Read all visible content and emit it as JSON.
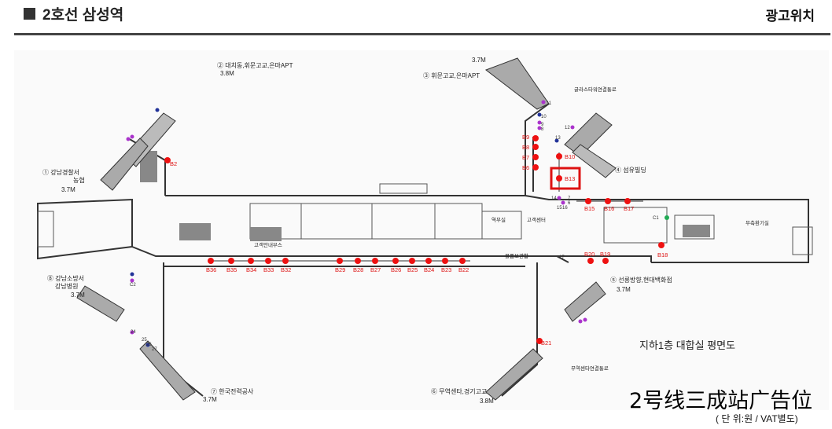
{
  "header": {
    "title": "2호선 삼성역",
    "right_label": "광고위치"
  },
  "plan": {
    "floor_title": "지하1층 대합실 평면도",
    "exits": [
      {
        "num": "①",
        "name1": "강남경찰서",
        "name2": "농협",
        "width": "3.7M"
      },
      {
        "num": "②",
        "name1": "대치동,휘문고교,은마APT",
        "width": "3.8M"
      },
      {
        "num": "③",
        "name1": "휘문고교,은마APT",
        "width": "3.7M"
      },
      {
        "num": "④",
        "name1": "섬유빌딩"
      },
      {
        "num": "⑤",
        "name1": "선릉방향,현대백화점",
        "width": "3.7M"
      },
      {
        "num": "⑥",
        "name1": "무역센타,경기고교",
        "width": "3.8M"
      },
      {
        "num": "⑦",
        "name1": "한국전력공사",
        "width": "3.7M"
      },
      {
        "num": "⑧",
        "name1": "강남소방서",
        "name2": "강남병원",
        "width": "3.7M"
      }
    ],
    "areas": {
      "glass_tower": "글라스타워연결통로",
      "trade_center_link": "무역센타연결통로",
      "customer_center": "고객센터",
      "station_office": "역무실",
      "east_room": "무측환기실",
      "lost_found": "물품보관함",
      "booth": "고객안내부스"
    },
    "ad_codes": [
      "B2",
      "B6",
      "B7",
      "B8",
      "B9",
      "B10",
      "B13",
      "B15",
      "B16",
      "B17",
      "B18",
      "B19",
      "B20",
      "B21",
      "B22",
      "B23",
      "B24",
      "B25",
      "B26",
      "B27",
      "B28",
      "B29",
      "B32",
      "B33",
      "B34",
      "B35",
      "B36"
    ],
    "highlighted": "B13",
    "small_labels": [
      "10",
      "11",
      "12",
      "13",
      "14",
      "15",
      "16",
      "17",
      "24",
      "25",
      "26",
      "27",
      "9",
      "8",
      "7",
      "6",
      "C1",
      "C2"
    ]
  },
  "caption": "2号线三成站广告位",
  "unit_note": "( 단 위:원 / VAT별도)"
}
